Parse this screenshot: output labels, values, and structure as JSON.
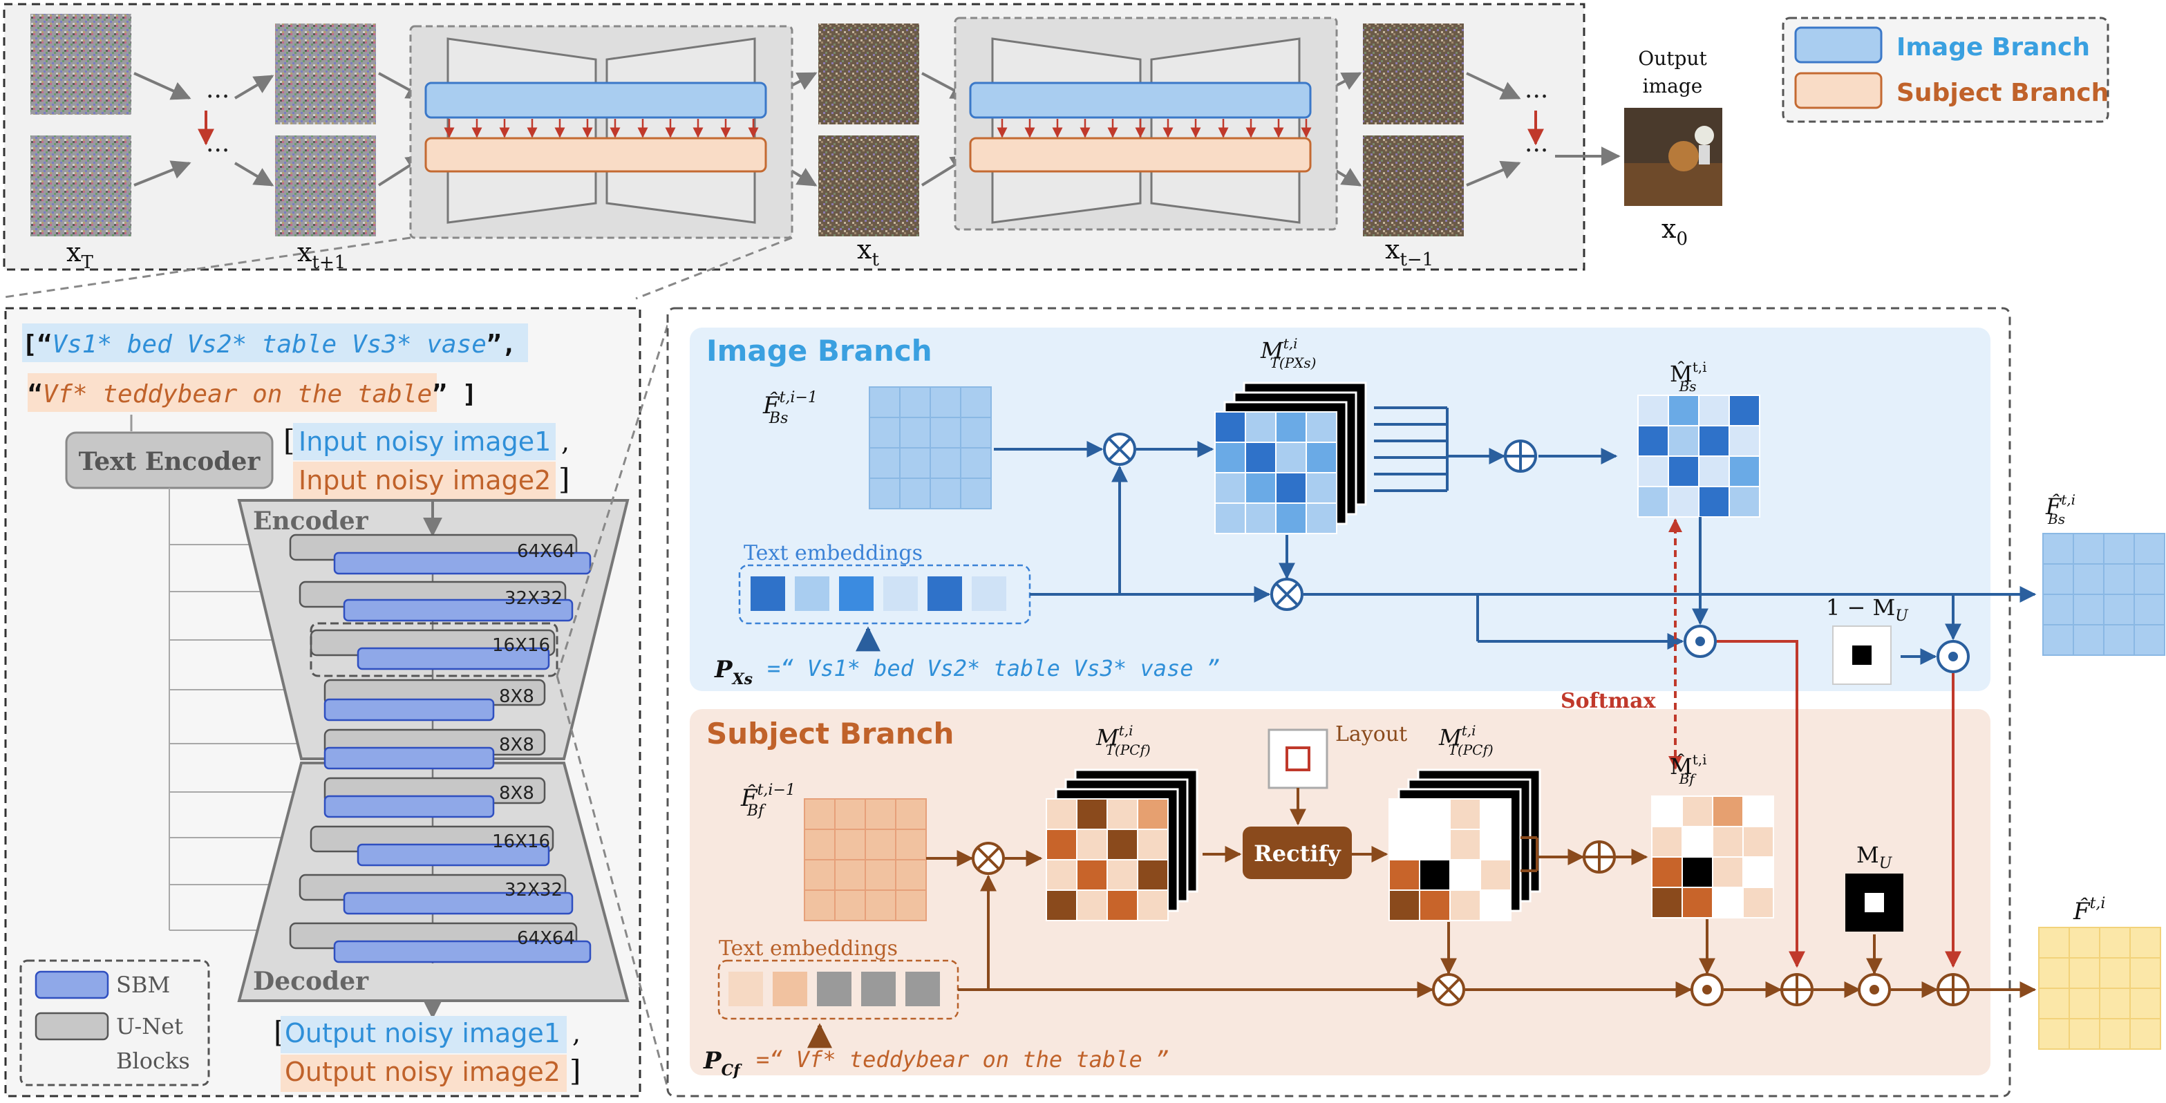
{
  "pipeline": {
    "x_T": "x",
    "x_T_sub": "T",
    "x_t1": "x",
    "x_t1_sub": "t+1",
    "x_t": "x",
    "x_t_sub": "t",
    "x_tm1": "x",
    "x_tm1_sub": "t−1",
    "x_0": "x",
    "x_0_sub": "0",
    "output_line1": "Output",
    "output_line2": "image",
    "ellipsis": "···"
  },
  "legend_top": {
    "image_branch": "Image Branch",
    "subject_branch": "Subject Branch"
  },
  "left_panel": {
    "prompt_line1_open": "[“",
    "prompt_line1_text": "V",
    "prompt_line1_body": "s1* bed Vs2* table Vs3* vase",
    "prompt_line1_close": "”,",
    "prompt_line2_open": "“",
    "prompt_line2_body": "Vf* teddybear on the table",
    "prompt_line2_close": "” ]",
    "text_encoder": "Text Encoder",
    "input1": "Input noisy image1",
    "input2": "Input noisy image2",
    "encoder_label": "Encoder",
    "decoder_label": "Decoder",
    "enc_sizes": [
      "64X64",
      "32X32",
      "16X16",
      "8X8",
      "8X8"
    ],
    "dec_sizes": [
      "8X8",
      "16X16",
      "32X32",
      "64X64"
    ],
    "output1": "Output noisy image1",
    "output2": "Output noisy image2",
    "legend_sbm": "SBM",
    "legend_unet1": "U-Net",
    "legend_unet2": "Blocks",
    "open_bracket": "[",
    "comma": ",",
    "close_bracket": "]"
  },
  "image_branch": {
    "title": "Image Branch",
    "feat_in": "F̂",
    "feat_in_sup": "t,i−1",
    "feat_in_sub": "Bs",
    "attn_map": "M",
    "attn_sup": "t,i",
    "attn_sub": "T(PXs)",
    "mhat": "M̂",
    "mhat_sup": "t,i",
    "mhat_sub": "Bs",
    "text_emb": "Text embeddings",
    "prompt_label": "P",
    "prompt_sub": "Xs",
    "prompt_text": "=“ Vs1* bed Vs2* table Vs3* vase ”",
    "feat_out": "F̂",
    "feat_out_sup": "t,i",
    "feat_out_sub": "Bs",
    "one_minus": "1 − M",
    "one_minus_sub": "U",
    "softmax": "Softmax"
  },
  "subject_branch": {
    "title": "Subject Branch",
    "feat_in": "F̂",
    "feat_in_sup": "t,i−1",
    "feat_in_sub": "Bf",
    "attn_map": "M",
    "attn_sup": "t,i",
    "attn_sub": "T(PCf)",
    "layout": "Layout",
    "rectify": "Rectify",
    "attn2_sup": "t,i",
    "attn2_sub": "T(PCf)",
    "mhat": "M̂",
    "mhat_sup": "t,i",
    "mhat_sub": "Bf",
    "text_emb": "Text embeddings",
    "mu": "M",
    "mu_sub": "U",
    "prompt_label": "P",
    "prompt_sub": "Cf",
    "prompt_text": "=“ Vf* teddybear on the table ”",
    "final_out": "F̂",
    "final_sup": "t,i"
  },
  "colors": {
    "blue_dark": "#2a5f9e",
    "blue_mid": "#3b82d6",
    "blue_light": "#a9cdf0",
    "blue_bg": "#e4f0fb",
    "brown_dark": "#8a4a1c",
    "brown_mid": "#b8612a",
    "peach": "#f1c2a0",
    "peach_bg": "#f8e8df",
    "red": "#c0392b",
    "yellow": "#fbe7a8",
    "grey_box": "#c7c7c7",
    "sbm": "#8fa8e8"
  }
}
